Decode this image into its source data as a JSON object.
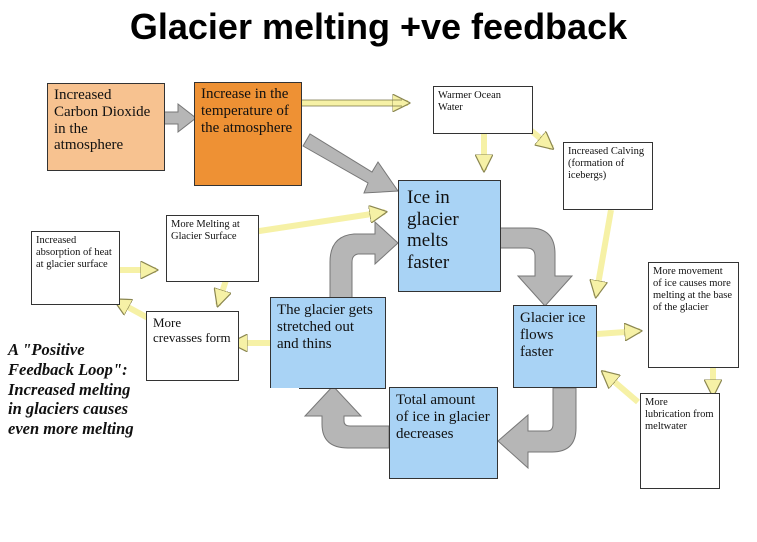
{
  "title": "Glacier melting +ve feedback",
  "nodes": {
    "co2": "Increased Carbon Dioxide in the atmosphere",
    "temp": "Increase in the temperature of the atmosphere",
    "ocean": "Warmer Ocean Water",
    "calving": "Increased Calving (formation of icebergs)",
    "ice_melts": "Ice in glacier melts faster",
    "more_melting": "More Melting at Glacier Surface",
    "absorption": "Increased absorption of heat at glacier surface",
    "crevasses": "More crevasses form",
    "stretched": "The glacier gets stretched out and thins",
    "flows": "Glacier ice flows faster",
    "movement": "More movement of ice causes more melting at the base of the glacier",
    "total": "Total amount of ice in glacier decreases",
    "lubrication": "More lubrication from meltwater"
  },
  "side_note": "A \"Positive Feedback Loop\": Increased melting in glaciers causes even more melting",
  "colors": {
    "peach": "#f7c290",
    "orange": "#ee9134",
    "blue": "#a9d3f5",
    "yellow_arrow": "#f6f1a6",
    "grey_arrow": "#b6b6b6"
  }
}
